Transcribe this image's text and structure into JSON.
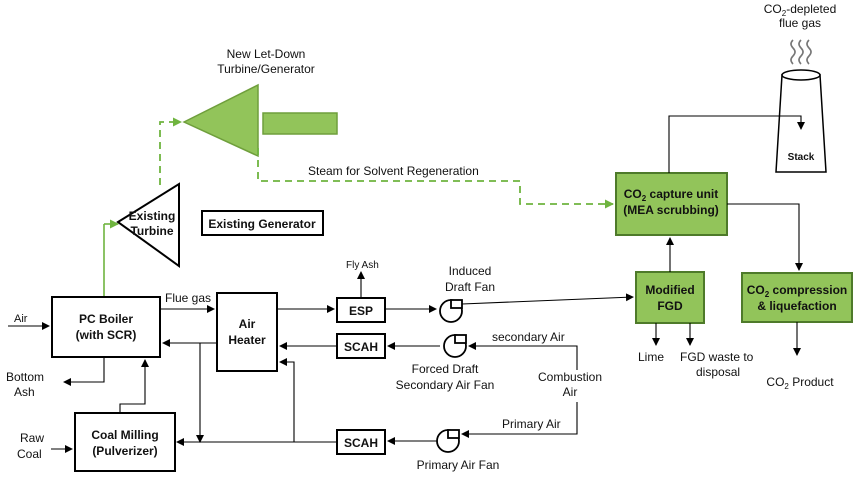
{
  "labels": {
    "co2_depleted_line1": "CO",
    "co2_depleted_sub": "2",
    "co2_depleted_line1_rest": "-depleted",
    "co2_depleted_line2": "flue gas",
    "new_turbine_line1": "New Let-Down",
    "new_turbine_line2": "Turbine/Generator",
    "stack": "Stack",
    "steam_regen": "Steam for Solvent Regeneration",
    "co2_capture_line1_a": "CO",
    "co2_capture_line1_sub": "2",
    "co2_capture_line1_b": " capture unit",
    "co2_capture_line2": "(MEA scrubbing)",
    "existing_turbine_line1": "Existing",
    "existing_turbine_line2": "Turbine",
    "existing_generator": "Existing Generator",
    "fly_ash": "Fly Ash",
    "induced_fan_line1": "Induced",
    "induced_fan_line2": "Draft Fan",
    "modified_fgd_line1": "Modified",
    "modified_fgd_line2": "FGD",
    "co2_comp_line1_a": "CO",
    "co2_comp_line1_sub": "2",
    "co2_comp_line1_b": " compression",
    "co2_comp_line2": "& liquefaction",
    "air": "Air",
    "pc_boiler_line1": "PC Boiler",
    "pc_boiler_line2": "(with SCR)",
    "flue_gas": "Flue gas",
    "air_heater_line1": "Air",
    "air_heater_line2": "Heater",
    "esp": "ESP",
    "scah_upper": "SCAH",
    "secondary_air": "secondary Air",
    "lime": "Lime",
    "fgd_waste_line1": "FGD waste to",
    "fgd_waste_line2": "disposal",
    "combustion_air_line1": "Combustion",
    "combustion_air_line2": "Air",
    "forced_fan_line1": "Forced Draft",
    "forced_fan_line2": "Secondary Air Fan",
    "bottom_ash_line1": "Bottom",
    "bottom_ash_line2": "Ash",
    "co2_product_a": "CO",
    "co2_product_sub": "2",
    "co2_product_b": " Product",
    "raw_coal_line1": "Raw",
    "raw_coal_line2": "Coal",
    "coal_milling_line1": "Coal Milling",
    "coal_milling_line2": "(Pulverizer)",
    "primary_air": "Primary Air",
    "scah_lower": "SCAH",
    "primary_fan": "Primary Air Fan"
  },
  "colors": {
    "green_fill": "#92c45a",
    "green_line": "#6fb43f"
  }
}
